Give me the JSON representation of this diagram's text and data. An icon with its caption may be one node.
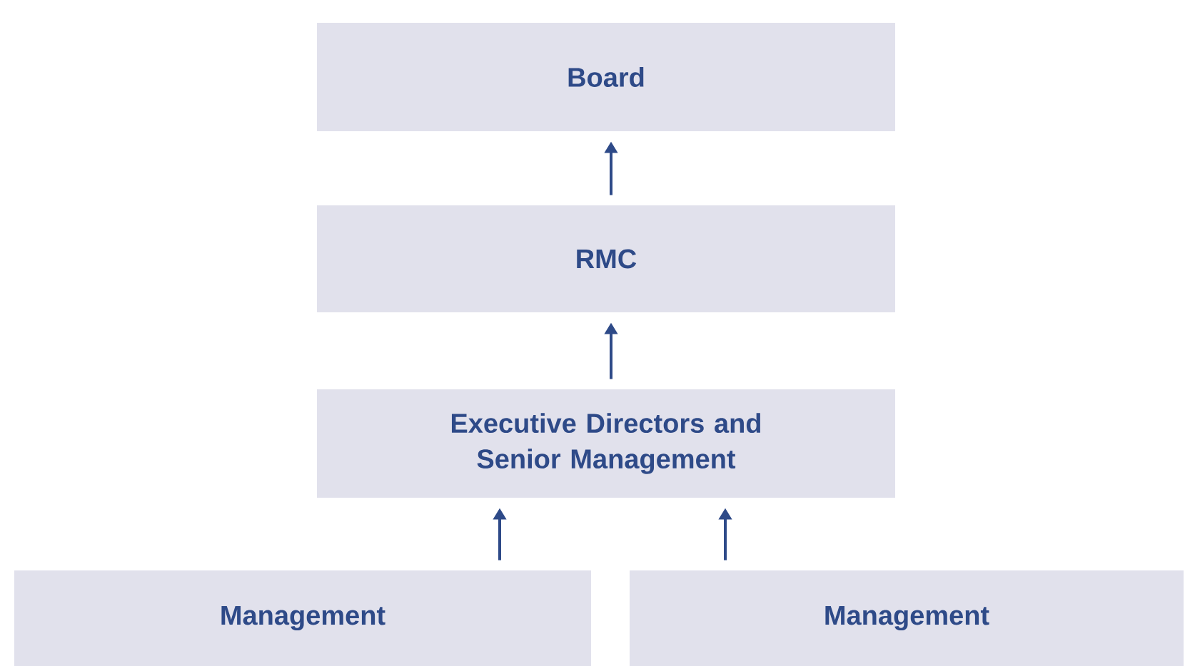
{
  "diagram": {
    "nodes": [
      {
        "text": [
          "Board"
        ]
      },
      {
        "text": [
          "RMC"
        ]
      },
      {
        "text": [
          "Executive Directors and Senior Management"
        ]
      },
      {
        "text": [
          "Management"
        ]
      },
      {
        "text": [
          "Management"
        ]
      }
    ],
    "edges": [
      {
        "from": 1,
        "to": 0,
        "arrow": "to"
      },
      {
        "from": 2,
        "to": 1,
        "arrow": "to"
      },
      {
        "from": 3,
        "to": 2,
        "arrow": "to"
      },
      {
        "from": 4,
        "to": 2,
        "arrow": "to"
      }
    ]
  }
}
